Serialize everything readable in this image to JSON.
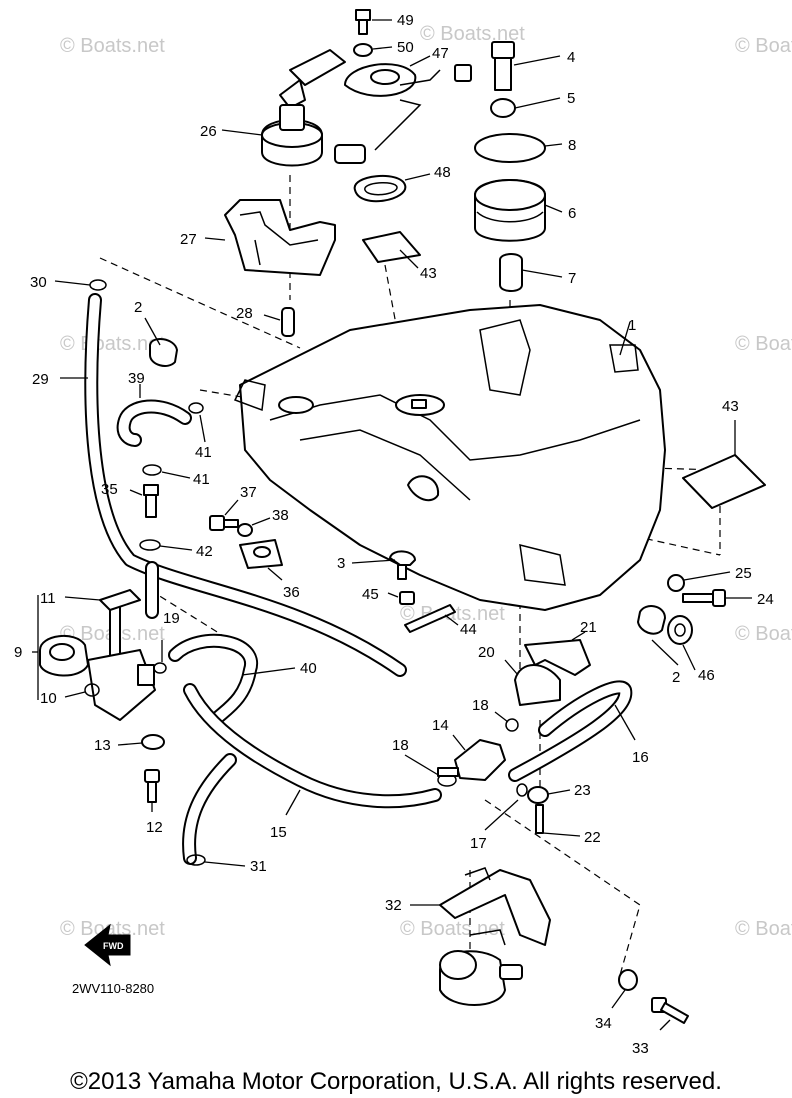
{
  "diagram": {
    "watermark": "© Boats.net",
    "drawing_code": "2WV110-8280",
    "fwd_label": "FWD",
    "copyright": "©2013 Yamaha Motor Corporation, U.S.A. All rights reserved.",
    "callouts": [
      "1",
      "2",
      "2",
      "3",
      "4",
      "5",
      "6",
      "7",
      "8",
      "9",
      "10",
      "11",
      "12",
      "13",
      "14",
      "15",
      "16",
      "17",
      "18",
      "18",
      "19",
      "20",
      "21",
      "22",
      "23",
      "24",
      "25",
      "26",
      "27",
      "28",
      "29",
      "30",
      "31",
      "32",
      "33",
      "34",
      "35",
      "36",
      "37",
      "38",
      "39",
      "40",
      "41",
      "41",
      "42",
      "43",
      "43",
      "44",
      "45",
      "46",
      "47",
      "48",
      "49",
      "50"
    ]
  }
}
